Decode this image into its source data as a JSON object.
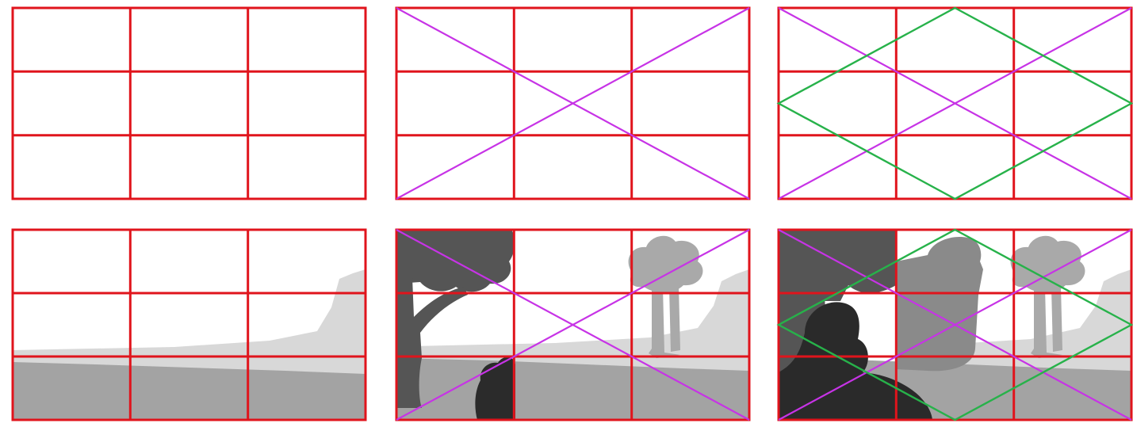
{
  "colors": {
    "background": "#ffffff",
    "grid_line": "#e0141c",
    "diagonal_line": "#c733e6",
    "diamond_line": "#27b24a",
    "sky": "#ffffff",
    "far_hill": "#d8d8d8",
    "ground": "#a3a3a3",
    "distant_tree": "#a9a9a9",
    "dark_tree": "#555555",
    "rock": "#2b2b2b",
    "near_bush": "#2a2a2a",
    "mid_bush": "#8a8a8a"
  },
  "panels": [
    {
      "overlays": [
        "thirds-grid"
      ],
      "scene": "blank"
    },
    {
      "overlays": [
        "thirds-grid",
        "diagonals"
      ],
      "scene": "blank"
    },
    {
      "overlays": [
        "thirds-grid",
        "diagonals",
        "diamond"
      ],
      "scene": "blank"
    },
    {
      "overlays": [
        "thirds-grid"
      ],
      "scene": "landscape"
    },
    {
      "overlays": [
        "thirds-grid",
        "diagonals"
      ],
      "scene": "landscape-with-tree"
    },
    {
      "overlays": [
        "thirds-grid",
        "diagonals",
        "diamond"
      ],
      "scene": "landscape-with-foreground"
    }
  ]
}
